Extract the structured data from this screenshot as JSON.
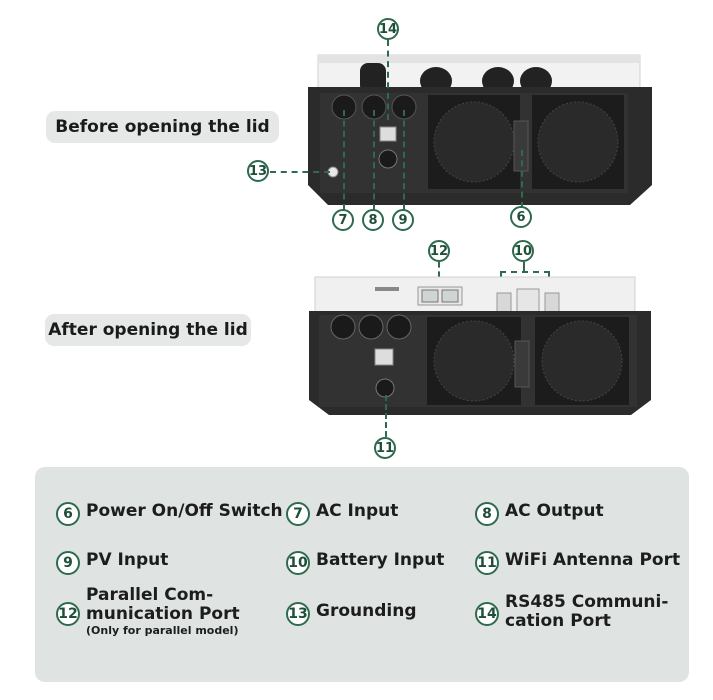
{
  "pills": {
    "before": "Before opening the lid",
    "after": "After opening the lid"
  },
  "callouts": {
    "n6": "6",
    "n7": "7",
    "n8": "8",
    "n9": "9",
    "n10": "10",
    "n11": "11",
    "n12": "12",
    "n13": "13",
    "n14": "14"
  },
  "legend": [
    {
      "num": "6",
      "label": "Power On/Off Switch"
    },
    {
      "num": "7",
      "label": "AC Input"
    },
    {
      "num": "8",
      "label": "AC Output"
    },
    {
      "num": "9",
      "label": "PV Input"
    },
    {
      "num": "10",
      "label": "Battery Input"
    },
    {
      "num": "11",
      "label": "WiFi Antenna Port"
    },
    {
      "num": "12",
      "label_line1": "Parallel Com-",
      "label_line2": "munication Port",
      "note": "(Only for parallel model)"
    },
    {
      "num": "13",
      "label": "Grounding"
    },
    {
      "num": "14",
      "label_line1": "RS485 Communi-",
      "label_line2": "cation Port"
    }
  ],
  "colors": {
    "accent": "#2e6b4e",
    "panel": "#dfe3e2",
    "device": "#2b2b2b"
  }
}
